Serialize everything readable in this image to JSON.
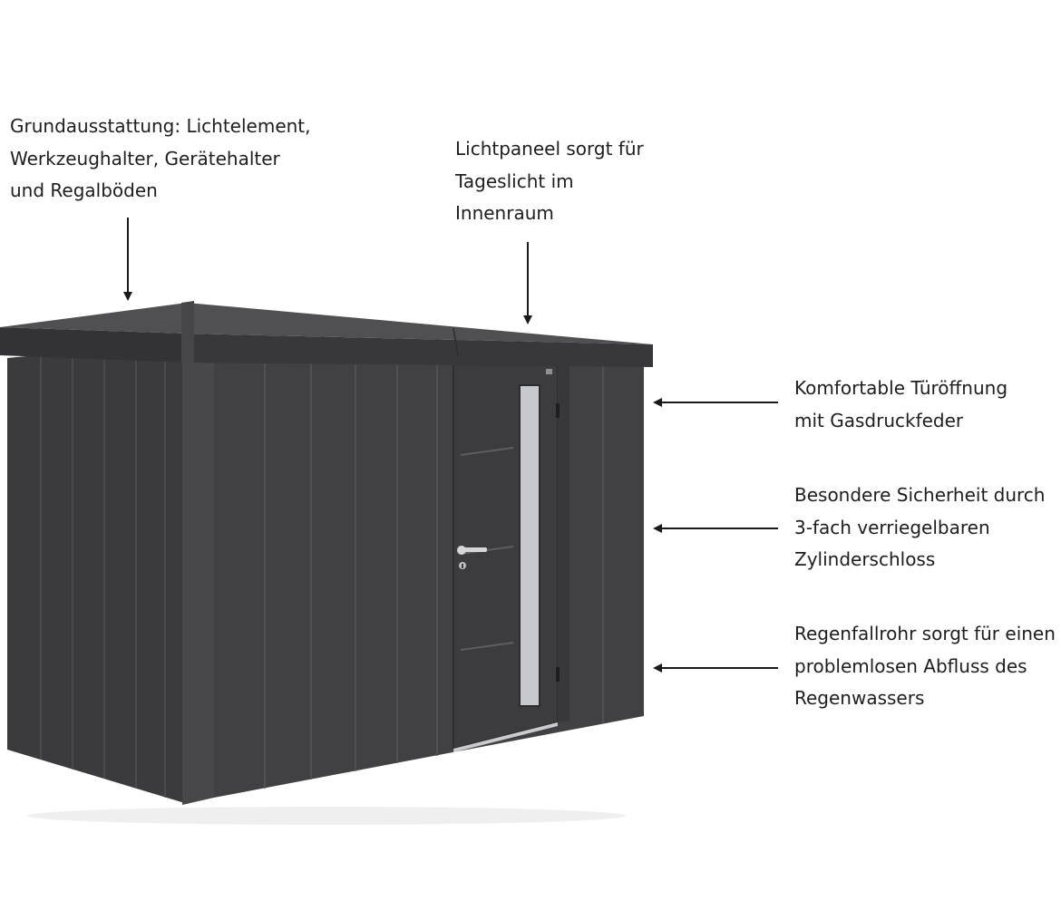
{
  "annotations": [
    {
      "id": "standard-equipment",
      "lines": [
        "Grundausstattung: Lichtelement,",
        "Werkzeughalter, Gerätehalter",
        "und Regalböden"
      ]
    },
    {
      "id": "light-panel",
      "lines": [
        "Lichtpaneel sorgt für",
        "Tageslicht im",
        "Innenraum"
      ]
    },
    {
      "id": "door-opening",
      "lines": [
        "Komfortable Türöffnung",
        "mit Gasdruckfeder"
      ]
    },
    {
      "id": "security-lock",
      "lines": [
        "Besondere Sicherheit durch",
        "3-fach verriegelbaren",
        "Zylinderschloss"
      ]
    },
    {
      "id": "downpipe",
      "lines": [
        "Regenfallrohr sorgt für einen",
        "problemlosen Abfluss des",
        "Regenwassers"
      ]
    }
  ],
  "colors": {
    "shed_body": "#414143",
    "shed_roof": "#38383a",
    "panel_groove": "#58585b",
    "window": "#c6c9cd",
    "handle": "#d4d6d8",
    "arrow": "#1a1a1a",
    "text": "#1e1e1e"
  }
}
